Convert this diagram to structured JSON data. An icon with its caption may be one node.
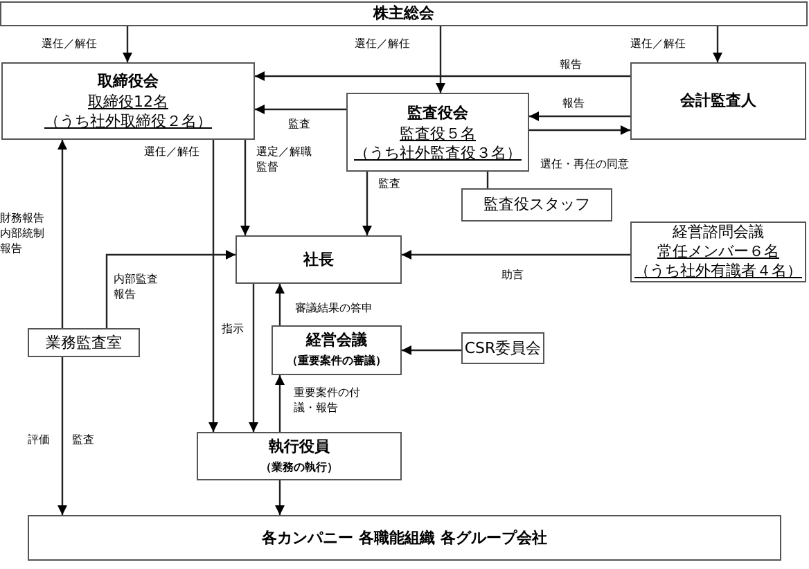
{
  "diagram": {
    "nodes": [
      {
        "text": [
          "株主総会"
        ]
      },
      {
        "text": [
          "取締役会",
          "取締役12名",
          "（うち社外取締役２名）"
        ]
      },
      {
        "text": [
          "監査役会",
          "監査役５名",
          "（うち社外監査役３名）"
        ]
      },
      {
        "text": [
          "会計監査人"
        ]
      },
      {
        "text": [
          "監査役スタッフ"
        ]
      },
      {
        "text": [
          "社長"
        ]
      },
      {
        "text": [
          "経営諮問会議",
          "常任メンバー６名",
          "（うち社外有識者４名）"
        ]
      },
      {
        "text": [
          "業務監査室"
        ]
      },
      {
        "text": [
          "経営会議",
          "（重要案件の審議）"
        ]
      },
      {
        "text": [
          "CSR委員会"
        ]
      },
      {
        "text": [
          "執行役員",
          "（業務の執行）"
        ]
      },
      {
        "text": [
          "各カンパニー 各職能組織 各グループ会社"
        ]
      }
    ],
    "edges": [
      {
        "from": 0,
        "to": 1,
        "arrow": "to",
        "label": "選任／解任"
      },
      {
        "from": 0,
        "to": 2,
        "arrow": "to",
        "label": "選任／解任"
      },
      {
        "from": 0,
        "to": 3,
        "arrow": "to",
        "label": "選任／解任"
      },
      {
        "from": 3,
        "to": 1,
        "arrow": "to",
        "label": "報告"
      },
      {
        "from": 2,
        "to": 1,
        "arrow": "to",
        "label": "監査"
      },
      {
        "from": 3,
        "to": 2,
        "arrow": "to",
        "label": "報告"
      },
      {
        "from": 2,
        "to": 3,
        "arrow": "to",
        "label": "選任・再任の同意"
      },
      {
        "from": 2,
        "to": 4,
        "arrow": "none"
      },
      {
        "from": 2,
        "to": 5,
        "arrow": "to",
        "label": "監査"
      },
      {
        "from": 1,
        "to": 5,
        "arrow": "to",
        "label": "選定／解職監督"
      },
      {
        "from": 1,
        "to": 10,
        "arrow": "to",
        "label": "選任／解任"
      },
      {
        "from": 7,
        "to": 1,
        "arrow": "to",
        "label": "財務報告内部統制報告"
      },
      {
        "from": 7,
        "to": 5,
        "arrow": "to",
        "label": "内部監査報告"
      },
      {
        "from": 5,
        "to": 10,
        "arrow": "to",
        "label": "指示"
      },
      {
        "from": 8,
        "to": 5,
        "arrow": "to",
        "label": "審議結果の答申"
      },
      {
        "from": 6,
        "to": 5,
        "arrow": "to",
        "label": "助言"
      },
      {
        "from": 9,
        "to": 8,
        "arrow": "to"
      },
      {
        "from": 10,
        "to": 8,
        "arrow": "to",
        "label": "重要案件の付議・報告"
      },
      {
        "from": 7,
        "to": 11,
        "arrow": "to",
        "label": "評価"
      },
      {
        "from": 10,
        "to": 11,
        "arrow": "to"
      }
    ],
    "labels": [
      "監査"
    ]
  }
}
